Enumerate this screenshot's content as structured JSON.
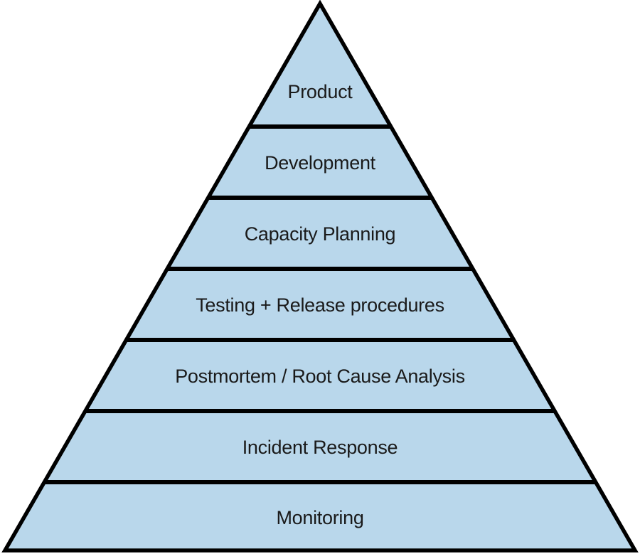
{
  "figure": {
    "kind": "pyramid-hierarchy",
    "levels": [
      {
        "label": "Product"
      },
      {
        "label": "Development"
      },
      {
        "label": "Capacity Planning"
      },
      {
        "label": "Testing + Release procedures"
      },
      {
        "label": "Postmortem / Root Cause Analysis"
      },
      {
        "label": "Incident Response"
      },
      {
        "label": "Monitoring"
      }
    ],
    "colors": {
      "fill": "#b9d7eb",
      "stroke": "#000000",
      "text": "#1a1a1a",
      "background": "#ffffff"
    }
  }
}
